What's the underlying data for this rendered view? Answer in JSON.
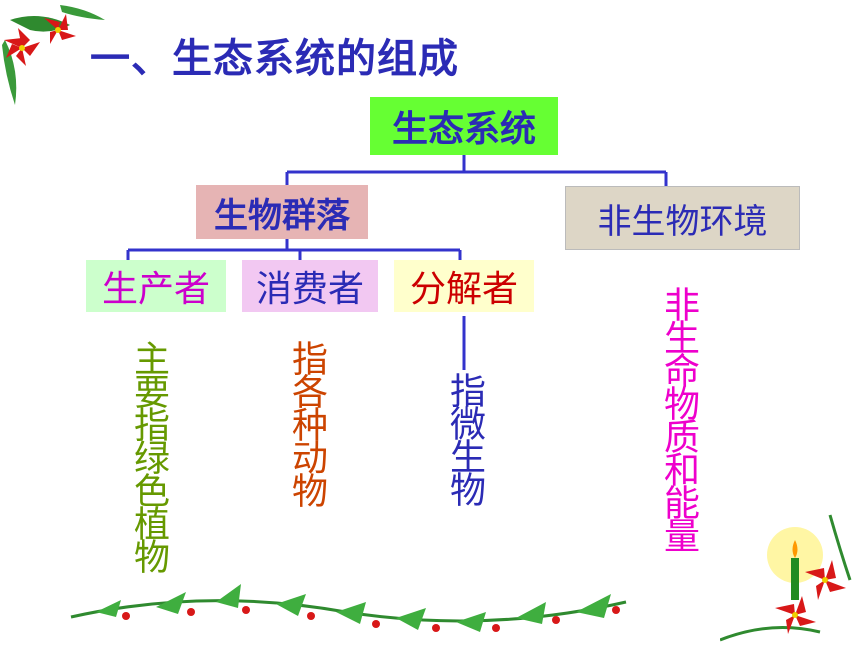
{
  "title": "一、生态系统的组成",
  "diagram": {
    "root": "生态系统",
    "biotic": "生物群落",
    "abiotic": "非生物环境",
    "producer": "生产者",
    "consumer": "消费者",
    "decomposer": "分解者",
    "producer_desc": "主要指绿色植物",
    "consumer_desc": "指各种动物",
    "decomposer_desc": "指微生物",
    "abiotic_desc": "非生命物质和能量"
  },
  "colors": {
    "title": "#2b2bb5",
    "root_bg": "#66ff33",
    "biotic_bg": "#e6b4b4",
    "abiotic_bg": "#ddd6c6",
    "producer_text": "#cc00cc",
    "decomposer_text": "#cc0000",
    "lines": "#3333cc"
  }
}
